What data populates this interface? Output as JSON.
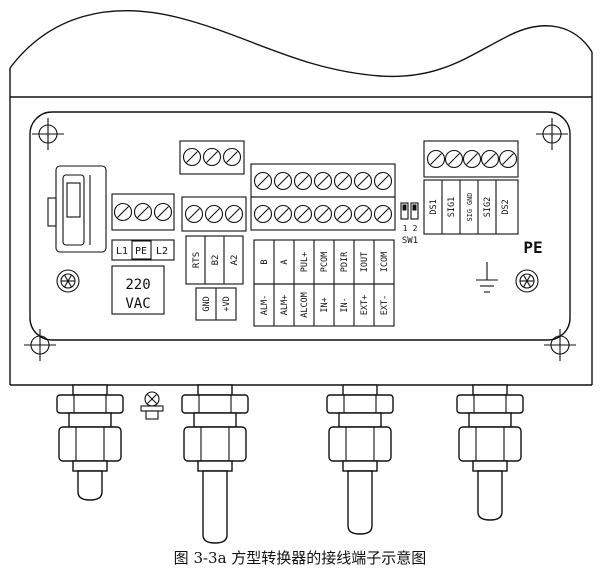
{
  "figure": {
    "caption": "图 3-3a 方型转换器的接线端子示意图"
  },
  "power_block": {
    "terminals": [
      "L1",
      "PE",
      "L2"
    ],
    "rating_line1": "220",
    "rating_line2": "VAC"
  },
  "comm_block": {
    "terminals": [
      "RTS",
      "B2",
      "A2"
    ],
    "aux": [
      "GND",
      "+VD"
    ]
  },
  "main_block": {
    "row1": [
      "B",
      "A",
      "PUL+",
      "PCOM",
      "PDIR",
      "IOUT",
      "ICOM"
    ],
    "row2": [
      "ALM-",
      "ALM+",
      "ALCOM",
      "IN+",
      "IN-",
      "EXT+",
      "EXT-"
    ]
  },
  "signal_block": {
    "terminals": [
      "DS1",
      "SIG1",
      "SIG GND",
      "SIG2",
      "DS2"
    ]
  },
  "dip_switch": {
    "label": "SW1",
    "pos1": "1",
    "pos2": "2"
  },
  "ground": {
    "label": "PE"
  }
}
